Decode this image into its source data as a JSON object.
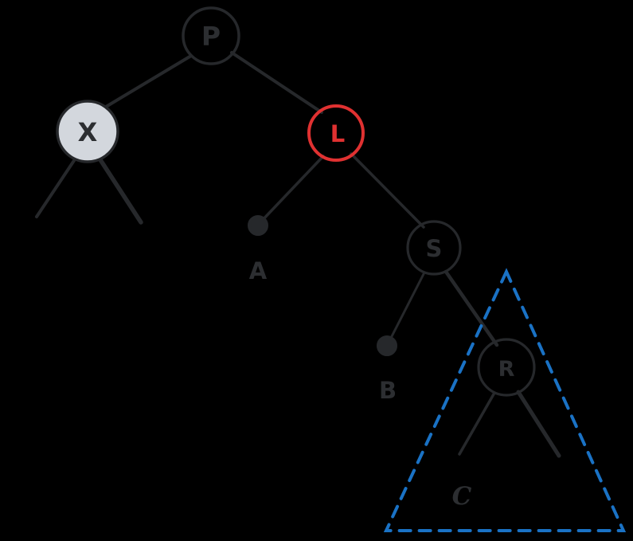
{
  "diagram": {
    "description": "Hand-drawn style binary tree with highlighted subtree",
    "nodes": {
      "p": {
        "label": "P",
        "style": "red-hatched-circle-dark-outline"
      },
      "x": {
        "label": "X",
        "style": "gray-filled-circle"
      },
      "l": {
        "label": "L",
        "style": "red-outline-circle"
      },
      "s": {
        "label": "S",
        "style": "dark-outline-circle"
      },
      "r": {
        "label": "R",
        "style": "dark-outline-circle"
      }
    },
    "leaves": {
      "a": {
        "label": "A",
        "marker": "filled-dot"
      },
      "b": {
        "label": "B",
        "marker": "filled-dot"
      },
      "c": {
        "label": "C",
        "marker": "none"
      }
    },
    "edges": [
      "P-X",
      "P-L",
      "X-left-stub",
      "X-right-stub",
      "L-A",
      "L-S",
      "S-B",
      "S-R",
      "R-left-stub",
      "R-right-stub"
    ],
    "annotation": {
      "shape": "dashed-triangle",
      "encloses": "R subtree (node R and child C)"
    }
  },
  "colors": {
    "background": "#000000",
    "ink": "#26282b",
    "label": "#2c2e31",
    "red": "#e03131",
    "hatch-red": "#ef5350",
    "blue": "#1a72c5",
    "node-fill": "#d3d7dd"
  }
}
